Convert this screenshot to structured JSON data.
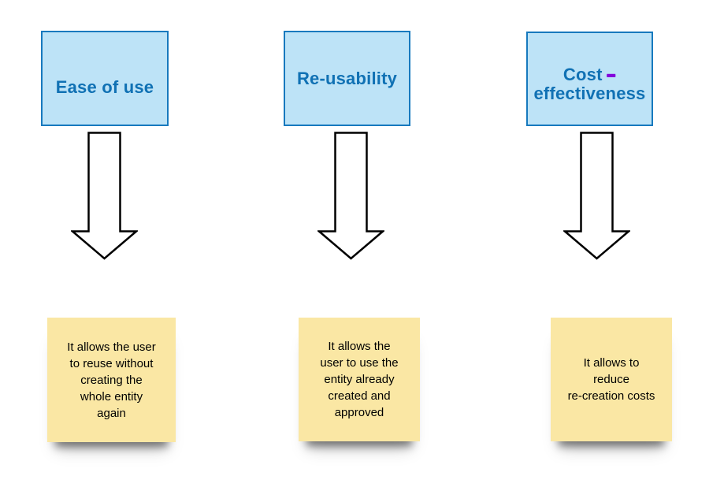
{
  "diagram": {
    "columns": [
      {
        "title": "Ease of use",
        "note": "It allows the user\nto reuse without\ncreating the\nwhole entity\nagain"
      },
      {
        "title": "Re-usability",
        "note": "It allows the\nuser to use the\nentity already\ncreated and\napproved"
      },
      {
        "title_line1": "Cost",
        "title_dash": "–",
        "title_line2": "effectiveness",
        "note": "It allows to\nreduce\nre-creation costs"
      }
    ],
    "colors": {
      "box_fill": "#bde3f7",
      "box_border": "#1779be",
      "title_text": "#1071b4",
      "dash": "#8305db",
      "note_fill": "#fae7a4",
      "note_text": "#000000",
      "arrow_fill": "#ffffff",
      "arrow_outline": "#000000"
    }
  }
}
